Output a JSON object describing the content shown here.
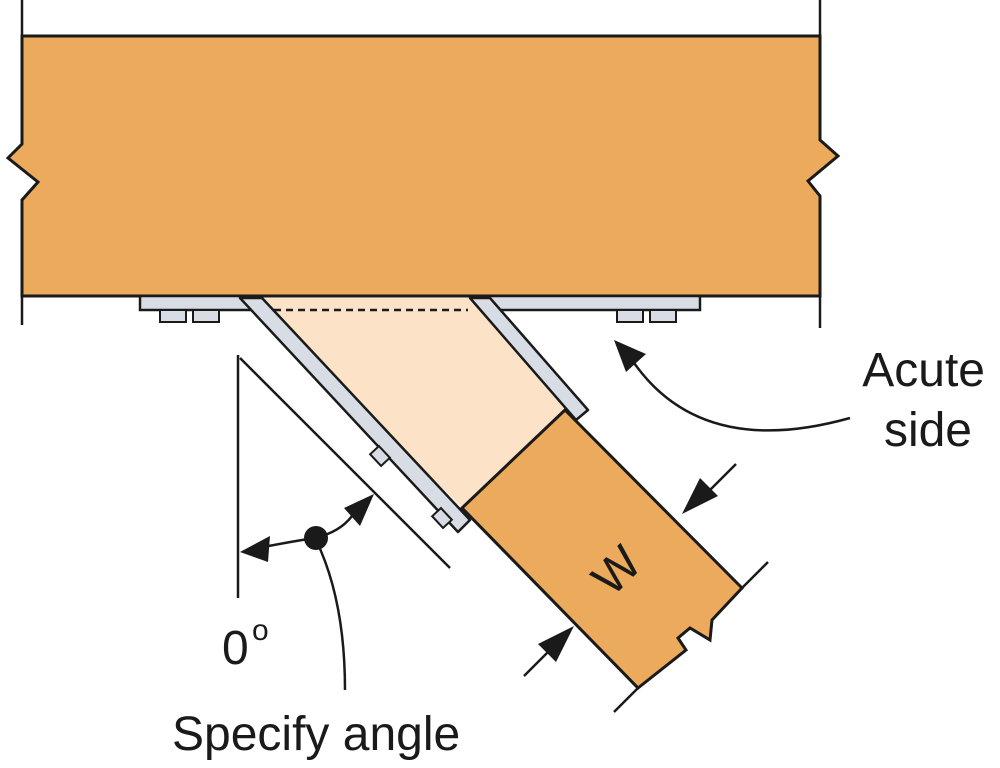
{
  "labels": {
    "acute_line1": "Acute",
    "acute_line2": "side",
    "zero_angle": "0",
    "zero_degree_mark": "o",
    "specify_angle": "Specify angle",
    "width": "W"
  },
  "colors": {
    "lumber": "#ECAA5C",
    "lumber_hidden": "#FCE3C8",
    "hanger_metal": "#D8DCE4",
    "outline": "#1a1a1a"
  }
}
